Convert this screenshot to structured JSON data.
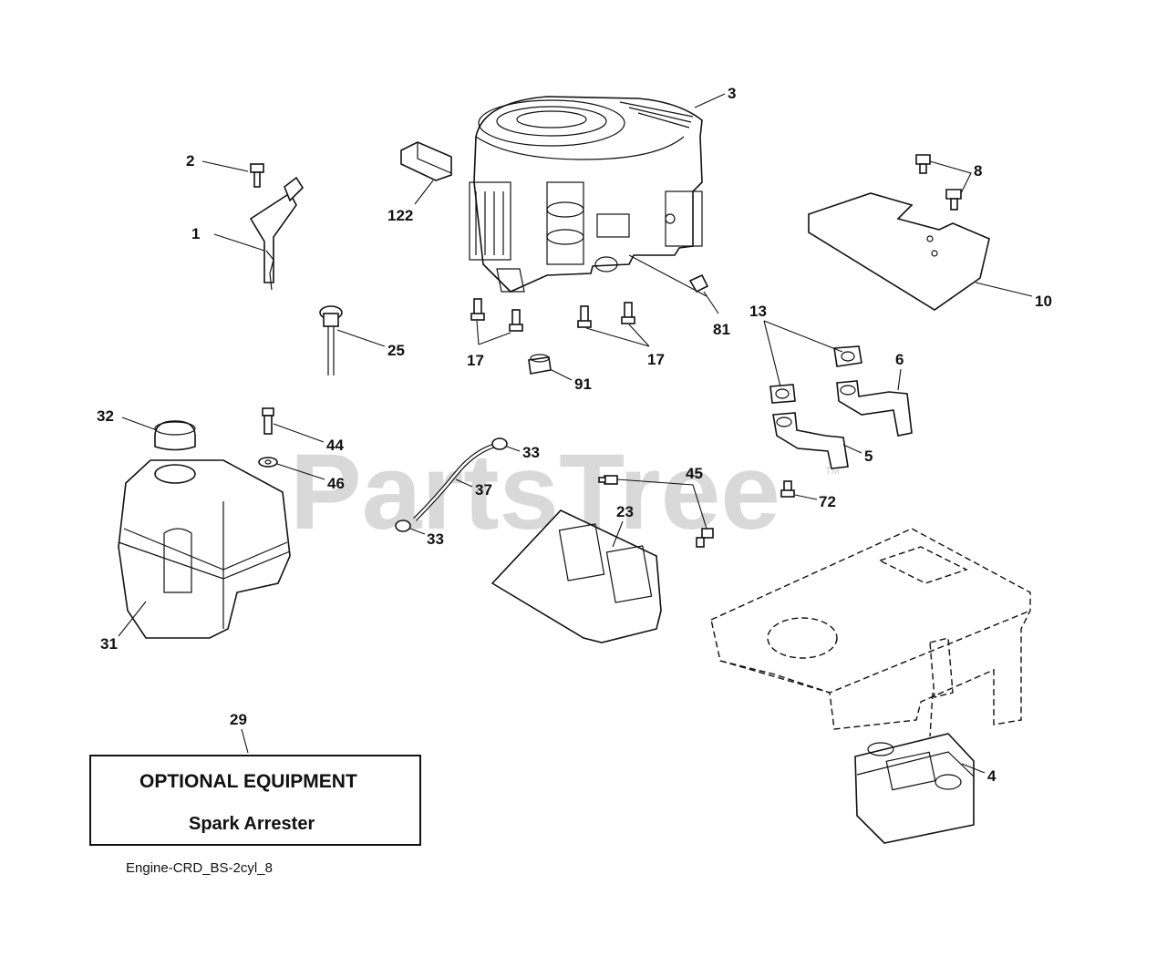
{
  "watermark": {
    "text": "PartsTree",
    "tm": "TM"
  },
  "optional_box": {
    "ref": "29",
    "title": "OPTIONAL EQUIPMENT",
    "subtitle": "Spark Arrester"
  },
  "diagram_code": "Engine-CRD_BS-2cyl_8",
  "callouts": {
    "c1": "1",
    "c2": "2",
    "c3": "3",
    "c4": "4",
    "c5": "5",
    "c6": "6",
    "c8": "8",
    "c10": "10",
    "c13": "13",
    "c17a": "17",
    "c17b": "17",
    "c23": "23",
    "c25": "25",
    "c31": "31",
    "c32": "32",
    "c33a": "33",
    "c33b": "33",
    "c37": "37",
    "c44": "44",
    "c45": "45",
    "c46": "46",
    "c72": "72",
    "c81": "81",
    "c91": "91",
    "c122": "122"
  }
}
